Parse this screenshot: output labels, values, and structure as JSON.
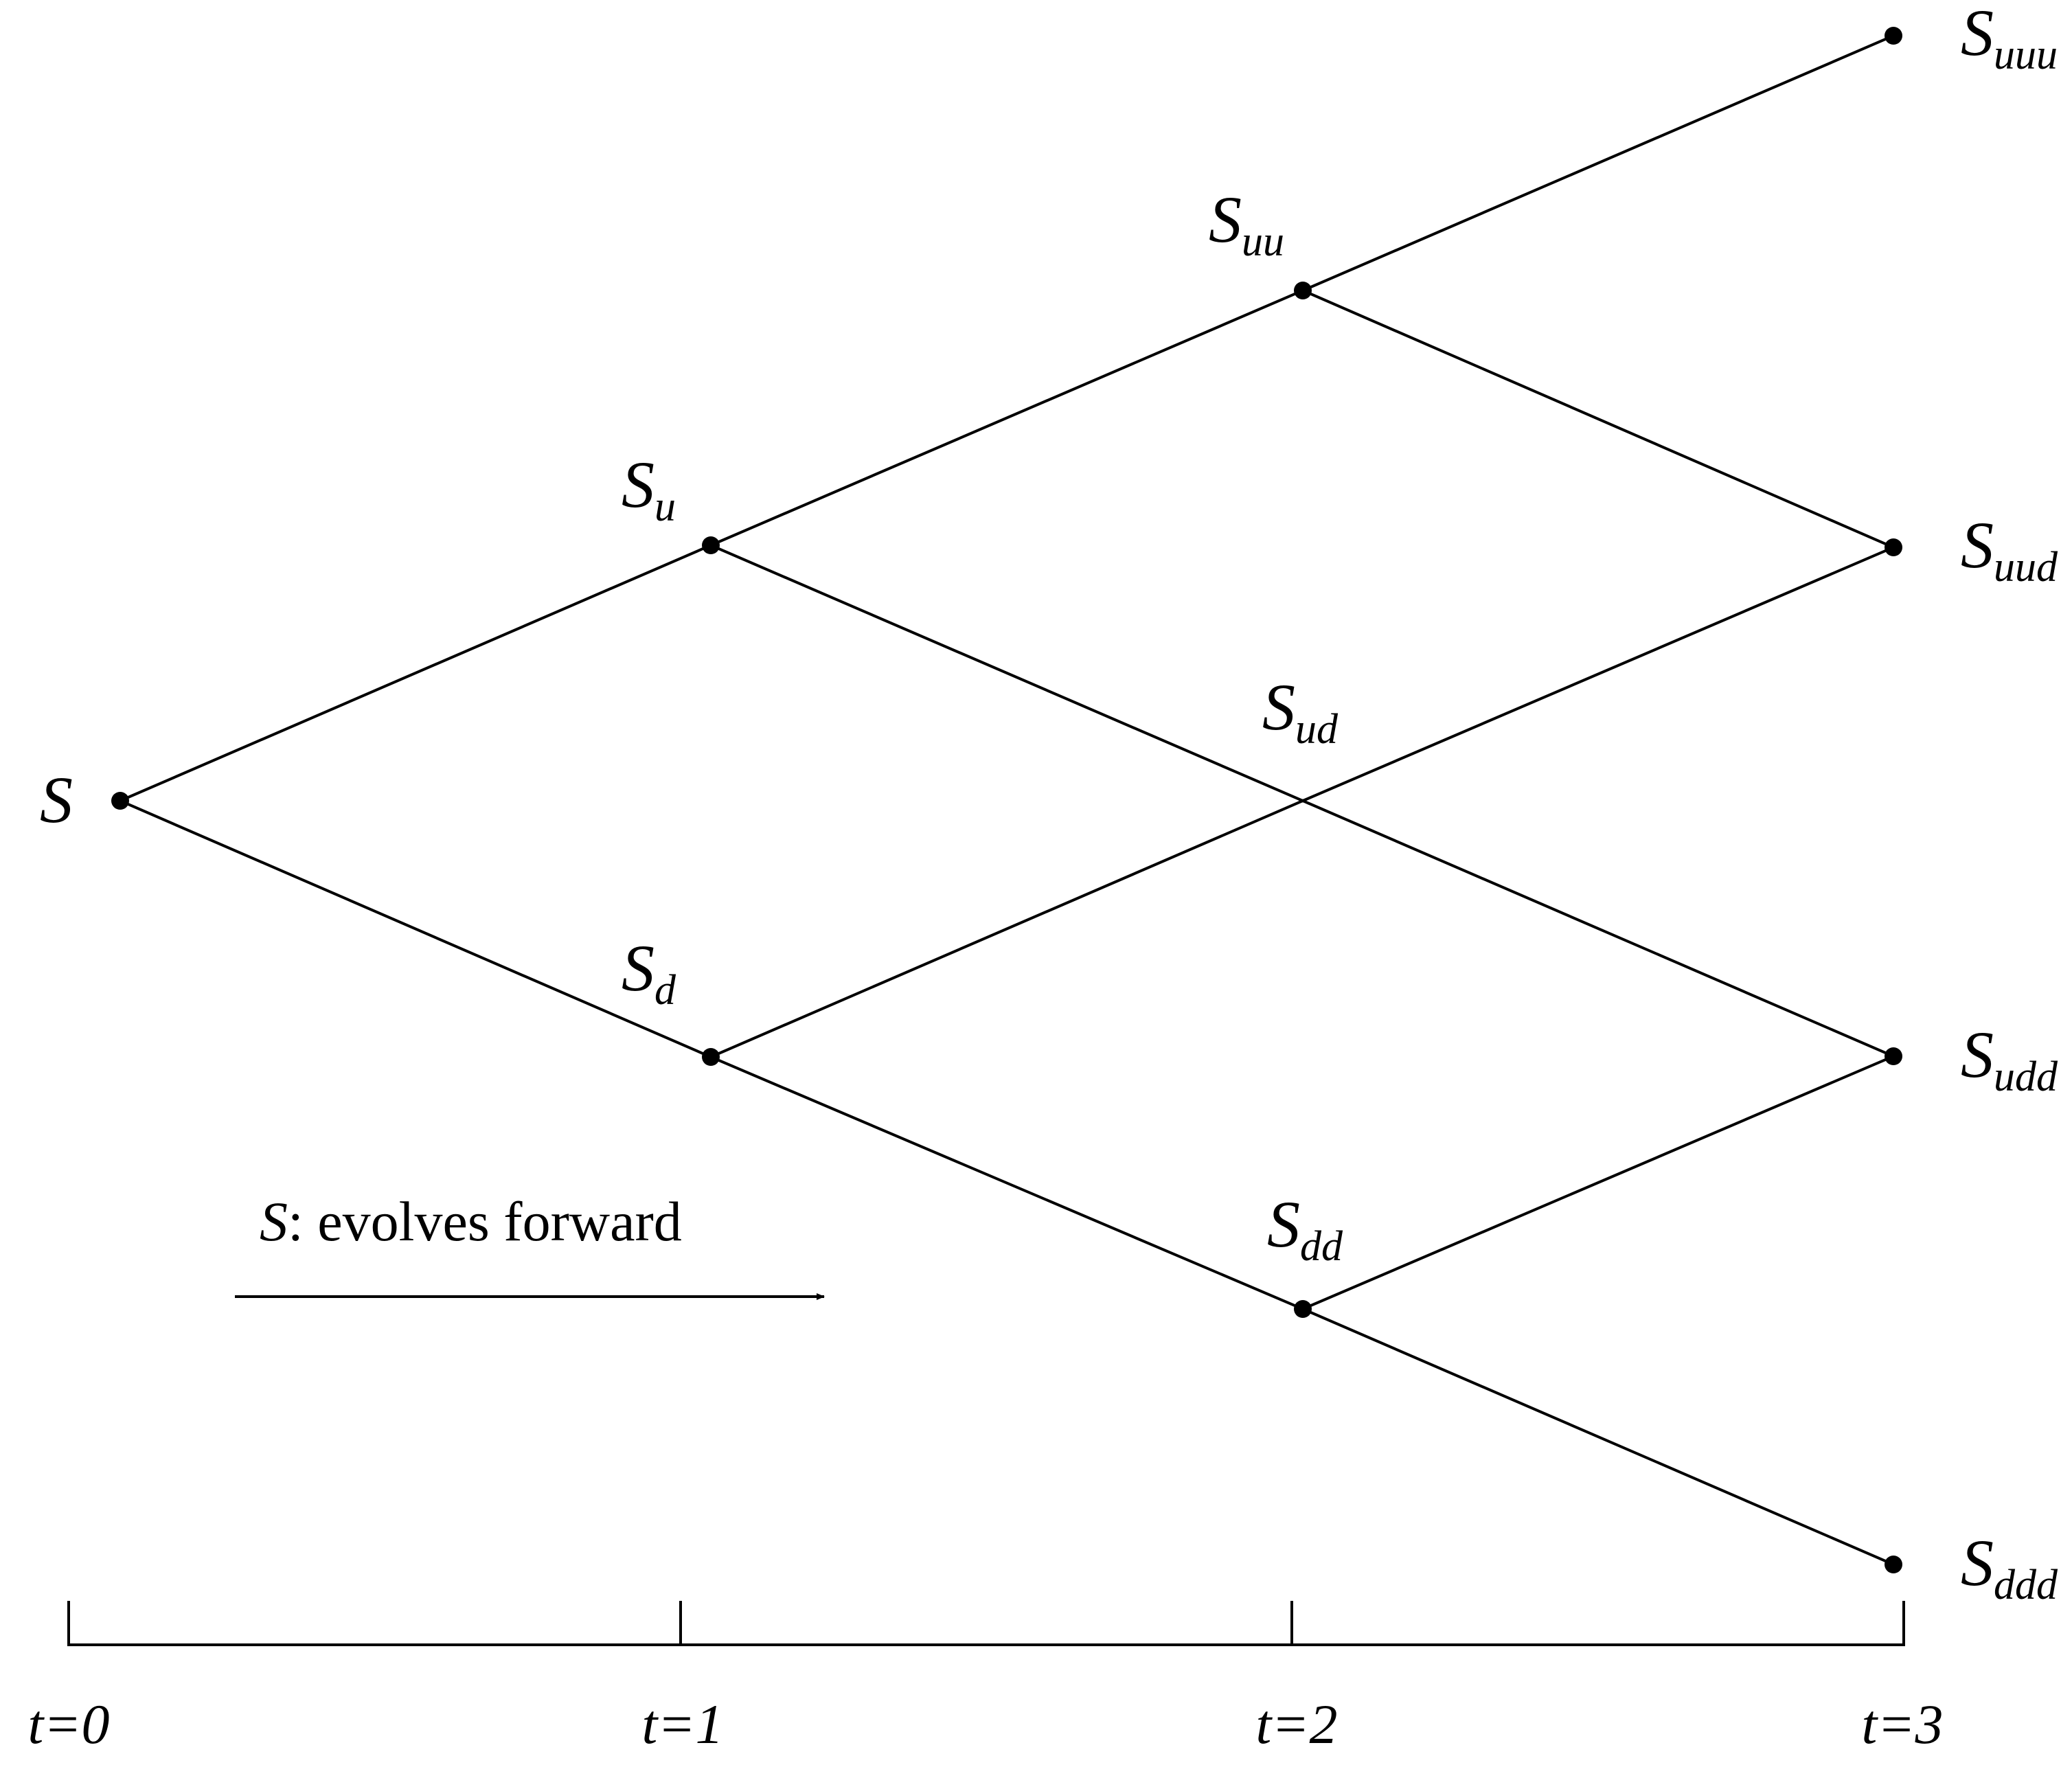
{
  "nodes": [
    {
      "id": "s",
      "label": "S",
      "sub": ""
    },
    {
      "id": "su",
      "label": "S",
      "sub": "u"
    },
    {
      "id": "sd",
      "label": "S",
      "sub": "d"
    },
    {
      "id": "suu",
      "label": "S",
      "sub": "uu"
    },
    {
      "id": "sud",
      "label": "S",
      "sub": "ud"
    },
    {
      "id": "sdd",
      "label": "S",
      "sub": "dd"
    },
    {
      "id": "suuu",
      "label": "S",
      "sub": "uuu"
    },
    {
      "id": "suud",
      "label": "S",
      "sub": "uud"
    },
    {
      "id": "sudd",
      "label": "S",
      "sub": "udd"
    },
    {
      "id": "sddd",
      "label": "S",
      "sub": "ddd"
    }
  ],
  "time_axis": {
    "ticks": [
      "t=0",
      "t=1",
      "t=2",
      "t=3"
    ]
  },
  "annotation": {
    "symbol": "S",
    "text": ": evolves forward",
    "arrow_direction": "right"
  },
  "colors": {
    "line": "#000000",
    "background": "#ffffff"
  }
}
